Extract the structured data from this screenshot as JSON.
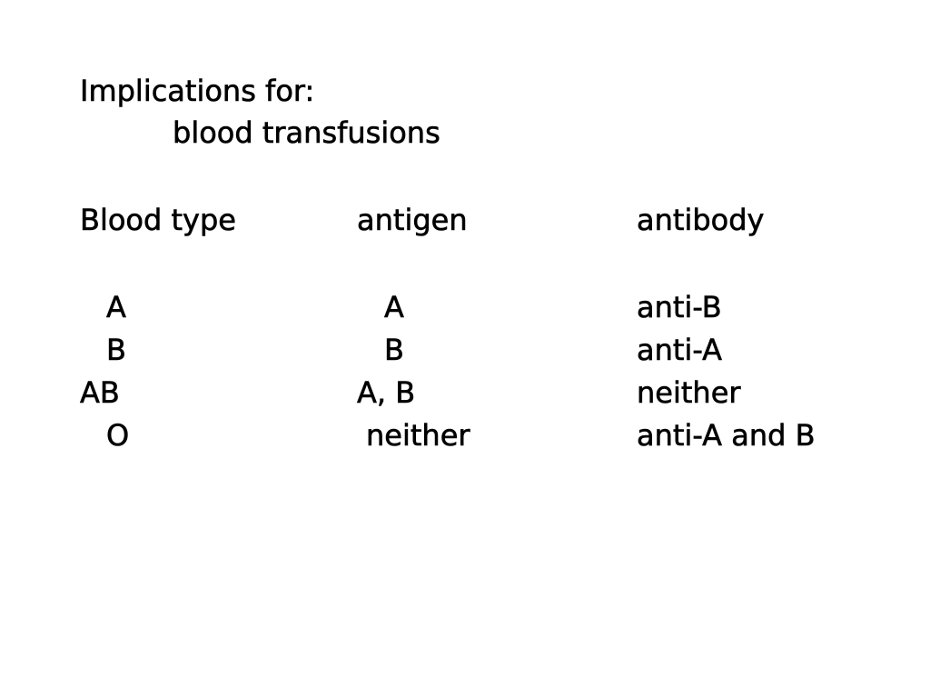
{
  "title": "Implications for:",
  "subtitle": "blood transfusions",
  "table": {
    "headers": [
      "Blood type",
      "antigen",
      "antibody"
    ],
    "rows": [
      [
        "A",
        "A",
        "anti-B"
      ],
      [
        "B",
        "B",
        "anti-A"
      ],
      [
        "AB",
        "A, B",
        "neither"
      ],
      [
        "O",
        "neither",
        "anti-A and B"
      ]
    ]
  }
}
